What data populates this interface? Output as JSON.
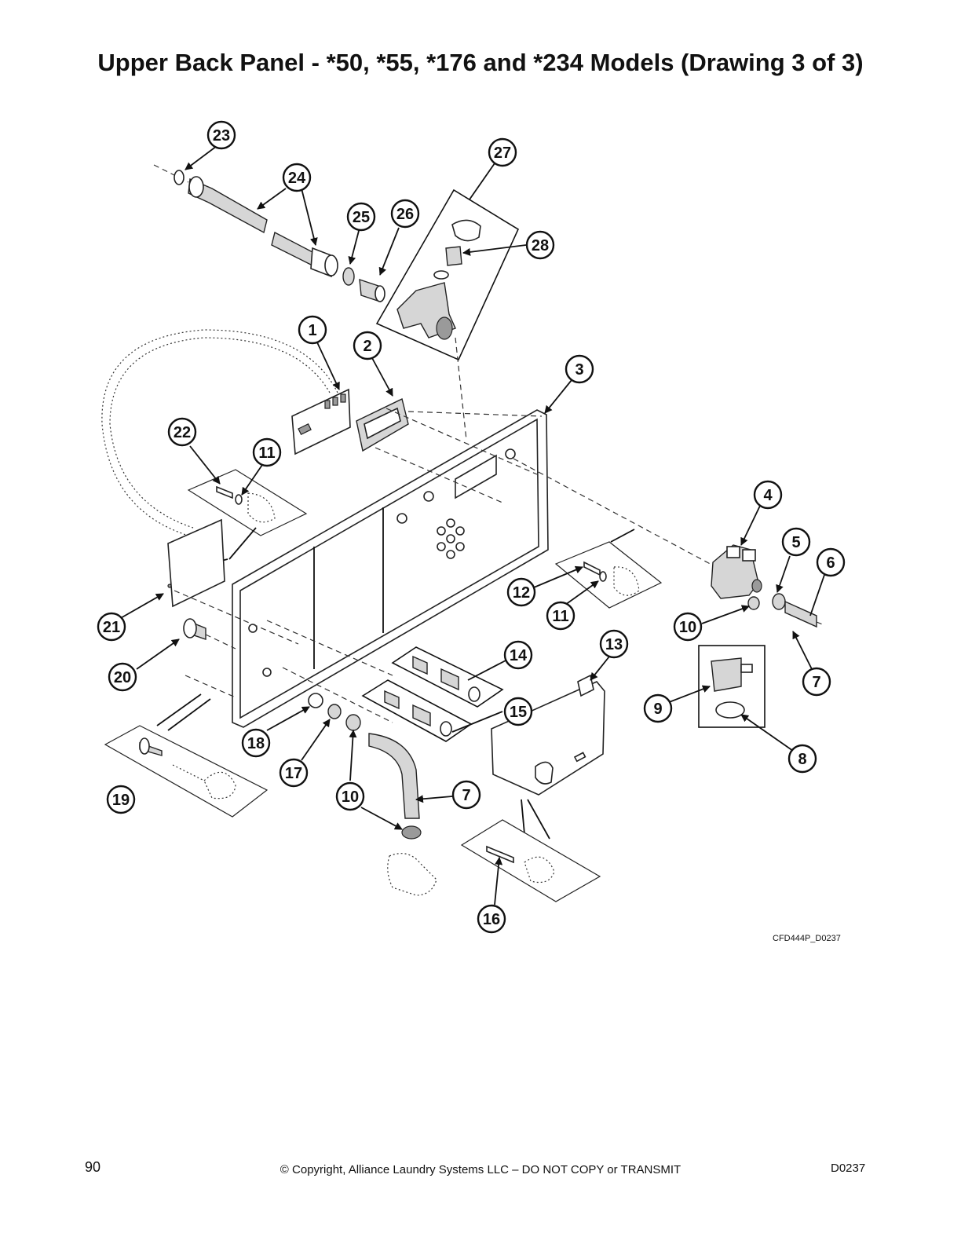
{
  "title": "Upper Back Panel - *50, *55, *176 and *234 Models (Drawing 3 of 3)",
  "callouts": [
    "1",
    "2",
    "3",
    "4",
    "5",
    "6",
    "7",
    "8",
    "9",
    "10",
    "11",
    "12",
    "13",
    "14",
    "15",
    "16",
    "17",
    "18",
    "19",
    "20",
    "21",
    "22",
    "23",
    "24",
    "25",
    "26",
    "27",
    "28"
  ],
  "drawing_id": "CFD444P_D0237",
  "footer": {
    "page_number": "90",
    "copyright": "© Copyright, Alliance Laundry Systems LLC – DO NOT COPY or TRANSMIT",
    "doc_code": "D0237"
  }
}
